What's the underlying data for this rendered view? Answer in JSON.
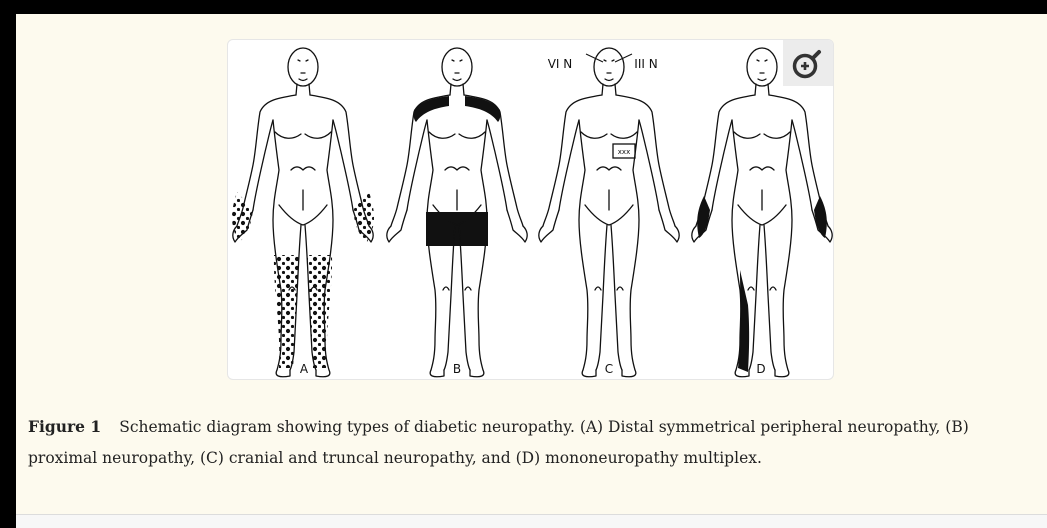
{
  "figure": {
    "nerve_labels": {
      "left": "VI N",
      "right": "III N"
    },
    "panel_labels": [
      "A",
      "B",
      "C",
      "D"
    ],
    "zoom_icon": "zoom-in-icon"
  },
  "caption": {
    "label": "Figure 1",
    "text": "Schematic diagram showing types of diabetic neuropathy. (A) Distal symmetrical peripheral neuropathy, (B) proximal neuropathy, (C) cranial and truncal neuropathy, and (D) mononeuropathy multiplex."
  },
  "colors": {
    "page": "#fdfaee",
    "frame": "#ffffff",
    "ink": "#111111",
    "zoom_bg": "#ececec"
  }
}
